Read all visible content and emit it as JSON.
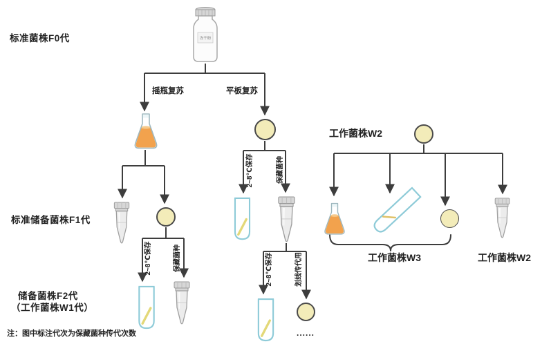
{
  "title_labels": {
    "f0": "标准菌株F0代",
    "f1": "标准储备菌株F1代",
    "f2_line1": "储备菌株F2代",
    "f2_line2": "（工作菌株W1代）"
  },
  "vial": {
    "label": "冻干粉"
  },
  "process_labels": {
    "shake_flask_revival": "摇瓶复苏",
    "plate_revival": "平板复苏",
    "cold_storage": "2~8℃保存",
    "strain_preservation": "保藏菌种",
    "streak_passage": "划线传代用"
  },
  "working_strain": {
    "top": "工作菌株W2",
    "group": "工作菌株W3",
    "single": "工作菌株W2"
  },
  "ellipsis": "......",
  "note": "注：图中标注代次为保藏菌种传代次数",
  "colors": {
    "line": "#3d3d3d",
    "text": "#222222",
    "plate_fill": "#f3ecb9",
    "plate_border": "#4a4a4a",
    "flask_liquid": "#f2a24d",
    "tube_border": "#8ecbd8",
    "slant_streak": "#e3d878",
    "cryotube_body": "#ececec"
  }
}
